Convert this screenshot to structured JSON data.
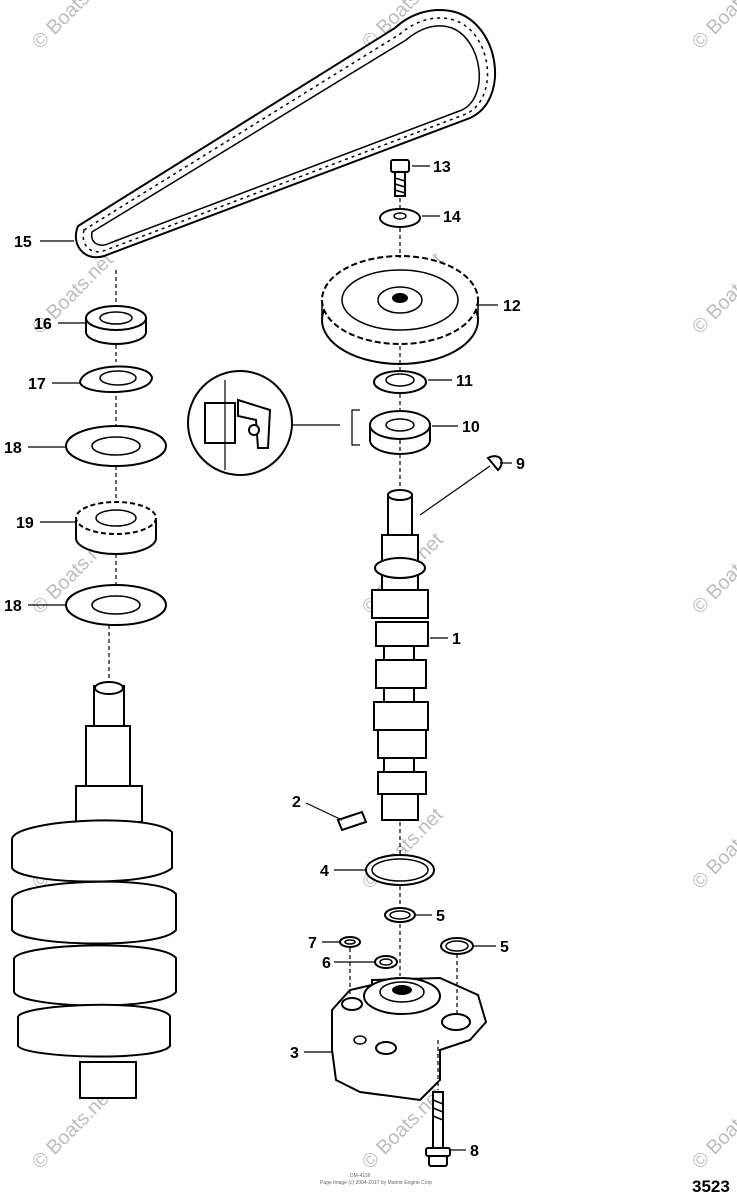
{
  "figure_number": "3523",
  "footer_text": "Page Image (c) 2004-2017 by Marine Engine Corp",
  "footer_text_2": "DM-4156",
  "watermark": "© Boats.net",
  "callouts": [
    {
      "id": "c13",
      "label": "13"
    },
    {
      "id": "c14",
      "label": "14"
    },
    {
      "id": "c15",
      "label": "15"
    },
    {
      "id": "c12",
      "label": "12"
    },
    {
      "id": "c16",
      "label": "16"
    },
    {
      "id": "c17",
      "label": "17"
    },
    {
      "id": "c11",
      "label": "11"
    },
    {
      "id": "c10",
      "label": "10"
    },
    {
      "id": "c18a",
      "label": "18"
    },
    {
      "id": "c9",
      "label": "9"
    },
    {
      "id": "c19",
      "label": "19"
    },
    {
      "id": "c18b",
      "label": "18"
    },
    {
      "id": "c1",
      "label": "1"
    },
    {
      "id": "c2",
      "label": "2"
    },
    {
      "id": "c4",
      "label": "4"
    },
    {
      "id": "c5a",
      "label": "5"
    },
    {
      "id": "c7",
      "label": "7"
    },
    {
      "id": "c5b",
      "label": "5"
    },
    {
      "id": "c6",
      "label": "6"
    },
    {
      "id": "c3",
      "label": "3"
    },
    {
      "id": "c8",
      "label": "8"
    }
  ]
}
